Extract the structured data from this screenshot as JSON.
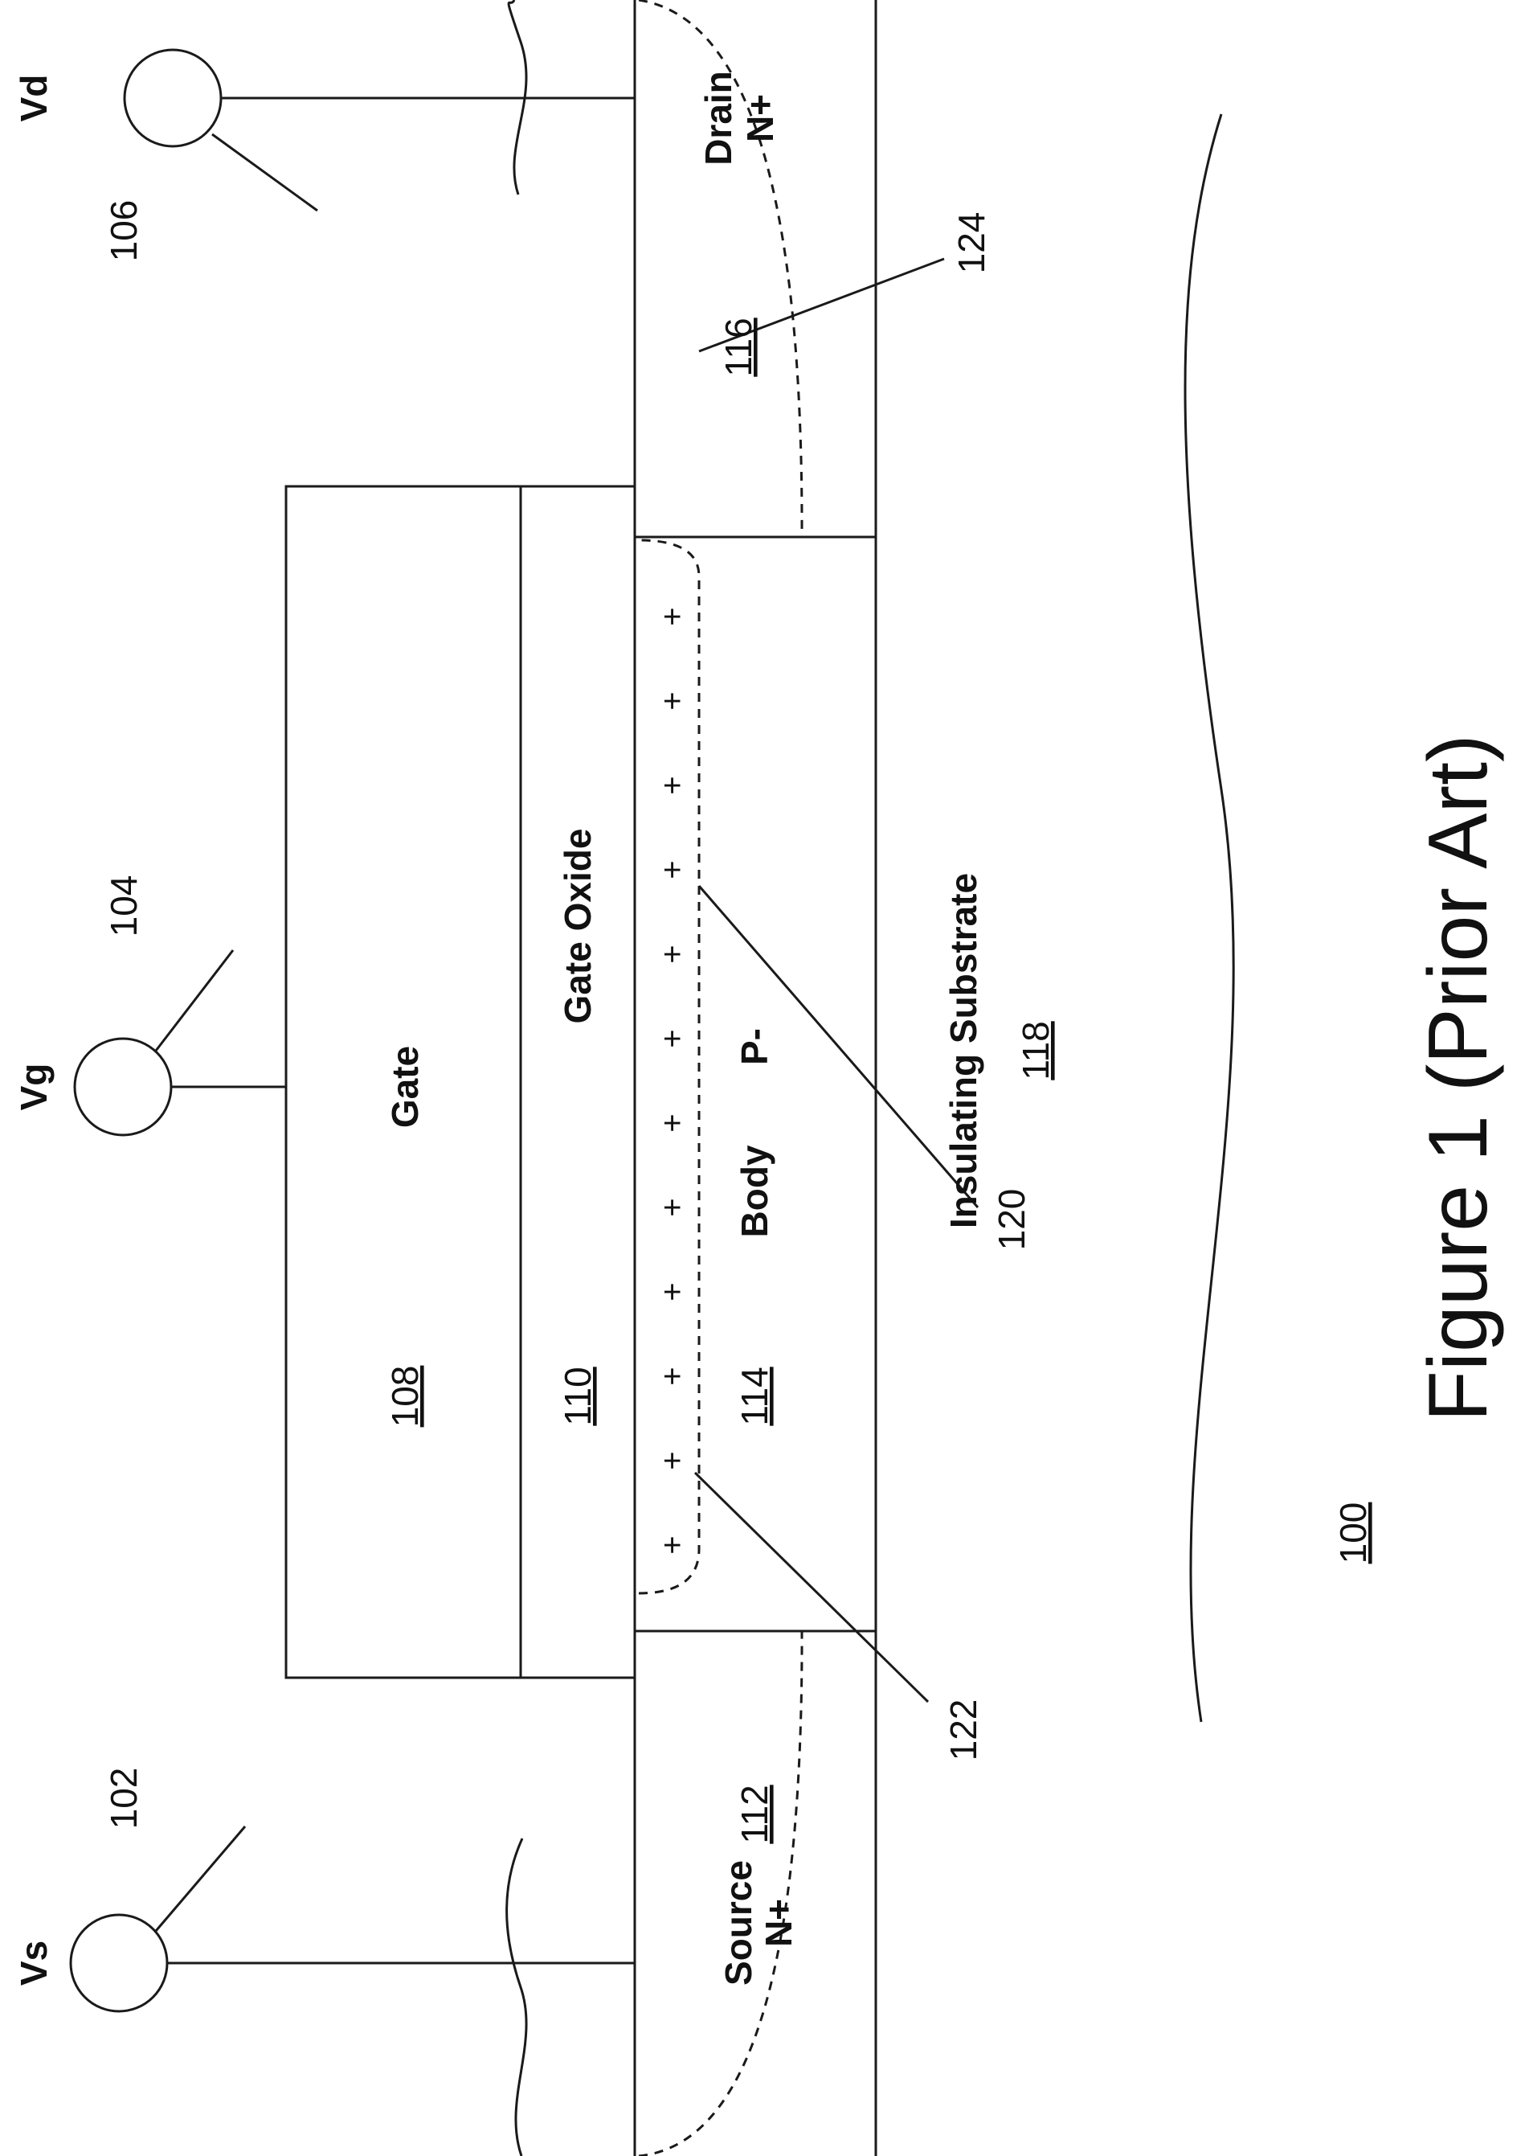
{
  "figure": {
    "caption": "Figure  1 (Prior Art)",
    "reference": "100"
  },
  "terminals": {
    "source": {
      "label": "Vs",
      "ref": "102"
    },
    "gate": {
      "label": "Vg",
      "ref": "104"
    },
    "drain": {
      "label": "Vd",
      "ref": "106"
    }
  },
  "layers": {
    "gate": {
      "label": "Gate",
      "ref": "108"
    },
    "gate_oxide": {
      "label": "Gate Oxide",
      "ref": "110"
    },
    "source": {
      "label_line1": "Source",
      "label_line2": "N+",
      "ref": "112"
    },
    "body": {
      "label": "Body",
      "doping": "P-",
      "ref": "114"
    },
    "drain": {
      "label_line1": "Drain",
      "label_line2": "N+",
      "ref": "116"
    },
    "substrate": {
      "label": "Insulating Substrate",
      "ref": "118"
    }
  },
  "regions": {
    "channel": {
      "ref": "120",
      "charge_symbol": "+"
    },
    "source_depletion": {
      "ref": "122"
    },
    "drain_depletion": {
      "ref": "124"
    }
  }
}
